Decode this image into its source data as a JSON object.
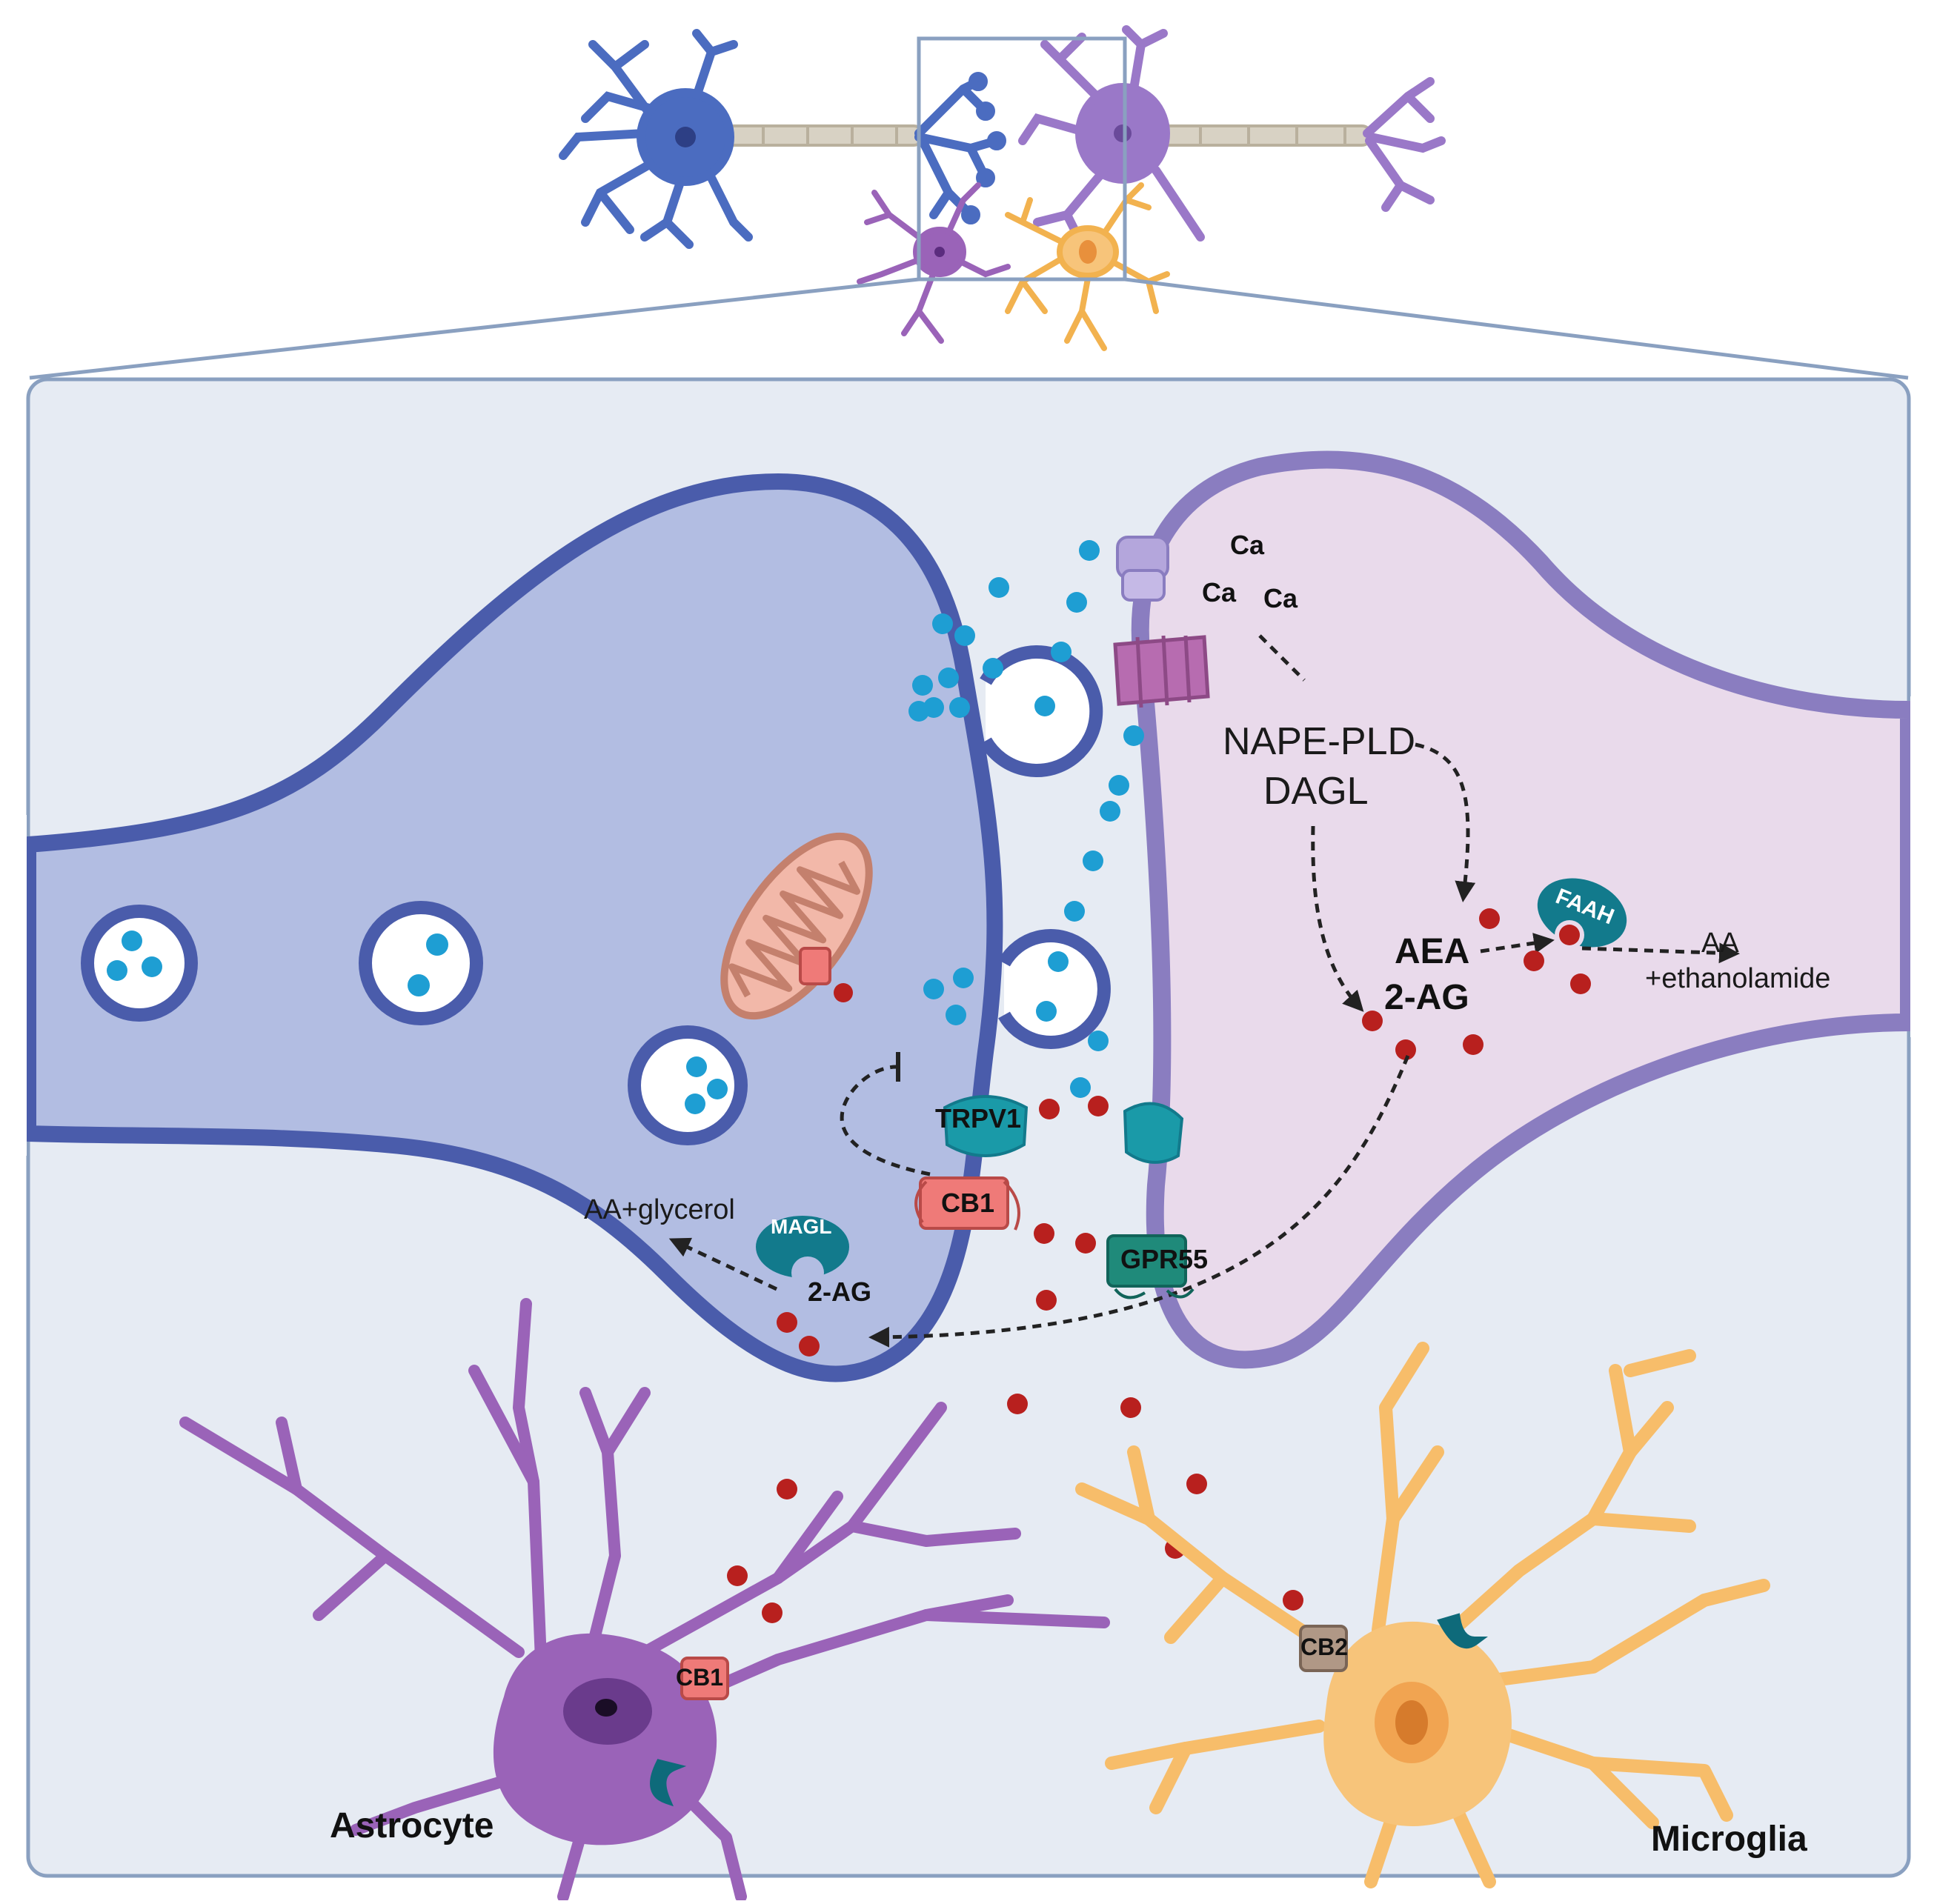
{
  "labels": {
    "ca1": "Ca",
    "ca2": "Ca",
    "ca3": "Ca",
    "nape_pld": "NAPE-PLD",
    "dagl": "DAGL",
    "aea": "AEA",
    "two_ag_post": "2-AG",
    "faah": "FAAH",
    "aa": "AA",
    "ethanolamide": "+ethanolamide",
    "trpv1": "TRPV1",
    "cb1": "CB1",
    "gpr55": "GPR55",
    "magl": "MAGL",
    "two_ag_pre": "2-AG",
    "aa_glycerol": "AA+glycerol",
    "cb1_astro": "CB1",
    "cb2": "CB2",
    "astrocyte": "Astrocyte",
    "microglia": "Microglia"
  },
  "colors": {
    "panel_bg": "#e6ebf3",
    "panel_border": "#8aa0c0",
    "presyn_fill": "#b2bde2",
    "presyn_stroke": "#4a5cab",
    "postsyn_fill": "#e9daeb",
    "postsyn_stroke": "#8a7dc0",
    "neurotransmitter": "#1e9ed3",
    "endocannabinoid": "#b8201e",
    "astrocyte": "#9a63b8",
    "microglia": "#f7bd6a",
    "teal_protein": "#127a8c",
    "cb1_receptor": "#ef7a78"
  },
  "icons": [
    "neuron-icon",
    "mitochondrion-icon",
    "vesicle-icon",
    "receptor-icon",
    "enzyme-icon",
    "ion-channel-icon"
  ]
}
